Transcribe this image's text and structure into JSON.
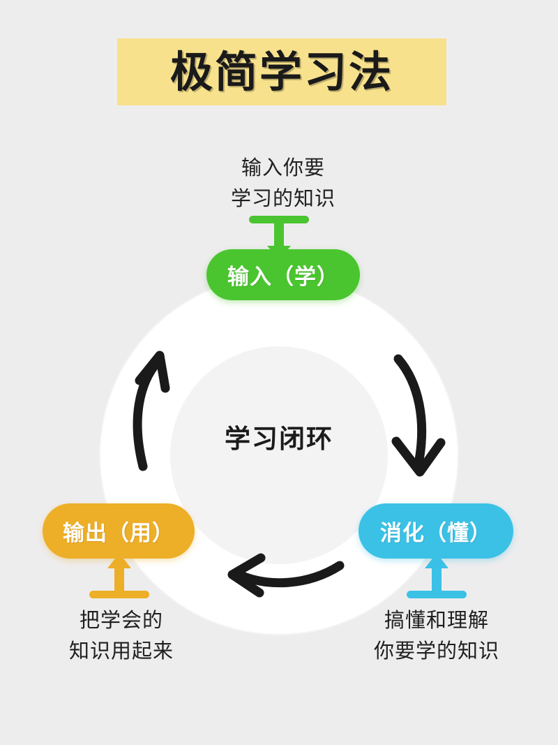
{
  "page": {
    "background_color": "#eeedee",
    "title": "极简学习法",
    "title_banner_color": "#f7e18c"
  },
  "diagram": {
    "center_label": "学习闭环",
    "ring_color": "#ffffff",
    "arrow_color": "#1a1a1a",
    "cycle_direction": "clockwise",
    "nodes": [
      {
        "id": "input",
        "label": "输入（学）",
        "color": "#4ac52f",
        "position": "top",
        "caption_lines": [
          "输入你要",
          "学习的知识"
        ],
        "caption_position": "above",
        "connector": "down-arrow"
      },
      {
        "id": "digest",
        "label": "消化（懂）",
        "color": "#3bc1e6",
        "position": "bottom-right",
        "caption_lines": [
          "搞懂和理解",
          "你要学的知识"
        ],
        "caption_position": "below",
        "connector": "up-arrow"
      },
      {
        "id": "output",
        "label": "输出（用）",
        "color": "#edae28",
        "position": "bottom-left",
        "caption_lines": [
          "把学会的",
          "知识用起来"
        ],
        "caption_position": "below",
        "connector": "up-arrow"
      }
    ],
    "flow_arrows": [
      {
        "from": "input",
        "to": "digest",
        "side": "right"
      },
      {
        "from": "digest",
        "to": "output",
        "side": "bottom"
      },
      {
        "from": "output",
        "to": "input",
        "side": "left"
      }
    ]
  }
}
